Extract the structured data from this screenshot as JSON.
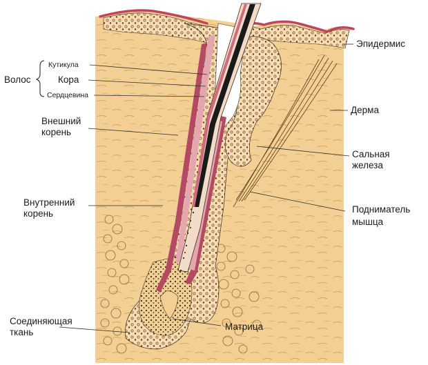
{
  "diagram": {
    "colors": {
      "background": "#ffffff",
      "tissue": "#f3cf93",
      "skin_edge": "#c0445d",
      "sheath": "#b44a62",
      "inner_root": "#e4a7b0",
      "cortex": "#f2dcc8",
      "medulla": "#1a1a1a",
      "follicle_cells": "#f6dcb0",
      "outline": "#3a2a1a"
    },
    "labels": {
      "hair": "Волос",
      "cuticle": "Кутикула",
      "cortex": "Кора",
      "medulla": "Сердцевина",
      "outer_root_1": "Внешний",
      "outer_root_2": "корень",
      "inner_root_1": "Внутренний",
      "inner_root_2": "корень",
      "connective_1": "Соединяющая",
      "connective_2": "ткань",
      "epidermis": "Эпидермис",
      "dermis": "Дерма",
      "sebaceous_1": "Сальная",
      "sebaceous_2": "железа",
      "arrector_1": "Подниматель",
      "arrector_2": "мышца",
      "matrix": "Матрица"
    }
  }
}
